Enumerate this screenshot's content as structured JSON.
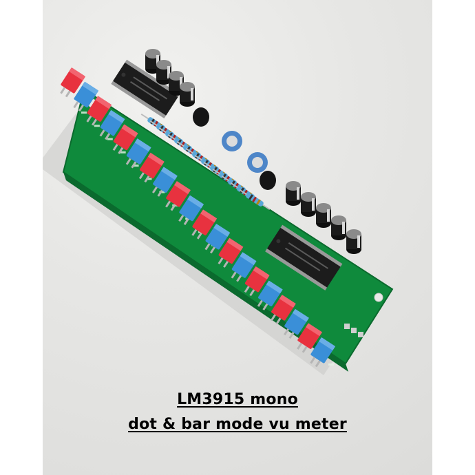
{
  "caption": {
    "line1": "LM3915 mono",
    "line2": "dot & bar mode vu meter"
  },
  "colors": {
    "pcb": "#0f8a3c",
    "led_red": "#e8323f",
    "led_blue": "#3a8fd8",
    "ic_body": "#1c1c1c",
    "background": "#e4e4e2",
    "caption_text": "#000000"
  },
  "board": {
    "led_count": 20,
    "led_pattern": [
      "red",
      "blue"
    ]
  }
}
